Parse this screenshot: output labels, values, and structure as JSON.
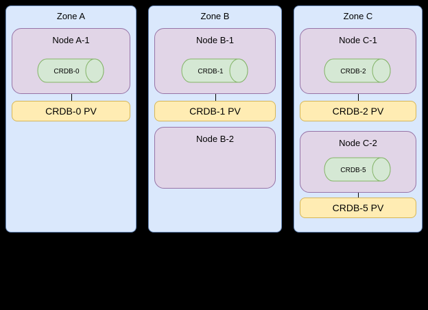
{
  "zones": [
    {
      "label": "Zone A",
      "nodes": [
        {
          "label": "Node A-1",
          "db": "CRDB-0",
          "pv": "CRDB-0 PV"
        }
      ]
    },
    {
      "label": "Zone B",
      "nodes": [
        {
          "label": "Node B-1",
          "db": "CRDB-1",
          "pv": "CRDB-1 PV"
        },
        {
          "label": "Node B-2"
        }
      ]
    },
    {
      "label": "Zone C",
      "nodes": [
        {
          "label": "Node C-1",
          "db": "CRDB-2",
          "pv": "CRDB-2 PV"
        },
        {
          "label": "Node C-2",
          "db": "CRDB-5",
          "pv": "CRDB-5 PV"
        }
      ]
    }
  ],
  "colors": {
    "canvas_bg": "#000000",
    "zone_fill": "#dae8fc",
    "zone_border": "#6c8ebf",
    "node_fill": "#e1d5e7",
    "node_border": "#9673a6",
    "pv_fill": "#ffecb3",
    "pv_border": "#d6b656",
    "db_fill": "#d5e8d4",
    "db_border": "#82b366"
  }
}
